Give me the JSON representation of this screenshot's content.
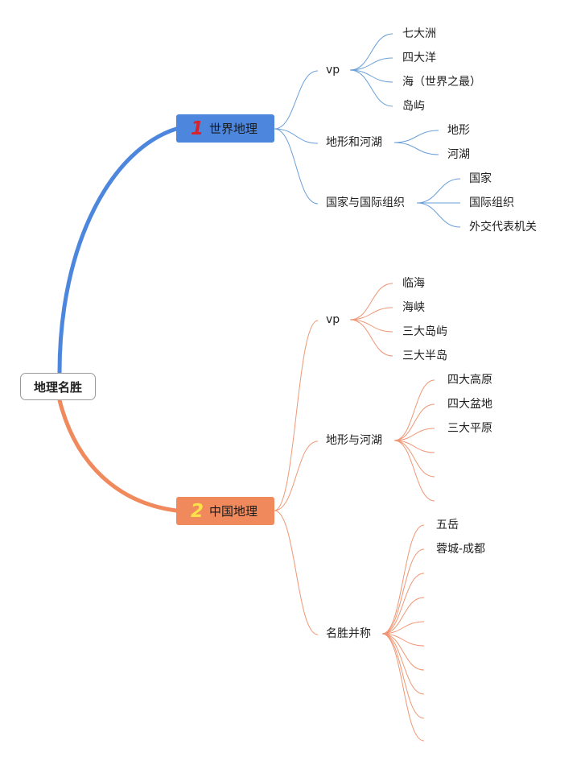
{
  "root": {
    "label": "地理名胜"
  },
  "branches": {
    "world": {
      "number": "1",
      "label": "世界地理",
      "color": "#4c86dd",
      "line_color": "#6a9fd8",
      "children": [
        {
          "label": "vp",
          "items": [
            "七大洲",
            "四大洋",
            "海（世界之最）",
            "岛屿"
          ]
        },
        {
          "label": "地形和河湖",
          "items": [
            "地形",
            "河湖"
          ]
        },
        {
          "label": "国家与国际组织",
          "items": [
            "国家",
            "国际组织",
            "外交代表机关"
          ]
        }
      ]
    },
    "china": {
      "number": "2",
      "label": "中国地理",
      "color": "#f08a5d",
      "line_color": "#ef9775",
      "children": [
        {
          "label": "vp",
          "items": [
            "临海",
            "海峡",
            "三大岛屿",
            "三大半岛"
          ]
        },
        {
          "label": "地形与河湖",
          "items": [
            "四大高原",
            "四大盆地",
            "三大平原",
            "",
            "",
            ""
          ]
        },
        {
          "label": "名胜并称",
          "items": [
            "五岳",
            "蓉城-成都",
            "",
            "",
            "",
            "",
            "",
            "",
            "",
            ""
          ]
        }
      ]
    }
  }
}
